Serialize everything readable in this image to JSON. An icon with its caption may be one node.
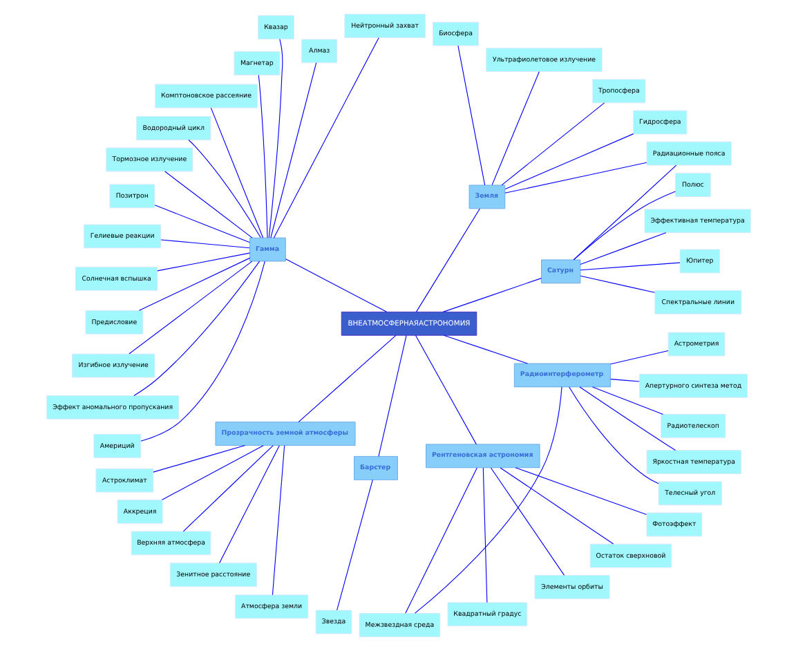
{
  "diagram": {
    "nodes": [
      {
        "text": [
          "ВНЕАТМОСФЕРНАЯАСТРОНОМИЯ"
        ]
      },
      {
        "text": [
          "Сатурн"
        ]
      },
      {
        "text": [
          "Спектральные линии"
        ]
      },
      {
        "text": [
          "Юпитер"
        ]
      },
      {
        "text": [
          "Эффективная температура"
        ]
      },
      {
        "text": [
          "Полюс"
        ]
      },
      {
        "text": [
          "Радиационные пояса"
        ]
      },
      {
        "text": [
          "Земля"
        ]
      },
      {
        "text": [
          "Гидросфера"
        ]
      },
      {
        "text": [
          "Тропосфера"
        ]
      },
      {
        "text": [
          "Ультрафиолетовое излучение"
        ]
      },
      {
        "text": [
          "Биосфера"
        ]
      },
      {
        "text": [
          "Гамма"
        ]
      },
      {
        "text": [
          "Нейтронный захват"
        ]
      },
      {
        "text": [
          "Квазар"
        ]
      },
      {
        "text": [
          "Алмаз"
        ]
      },
      {
        "text": [
          "Магнетар"
        ]
      },
      {
        "text": [
          "Комптоновское рассеяние"
        ]
      },
      {
        "text": [
          "Водородный цикл"
        ]
      },
      {
        "text": [
          "Тормозное излучение"
        ]
      },
      {
        "text": [
          "Позитрон"
        ]
      },
      {
        "text": [
          "Гелиевые реакции"
        ]
      },
      {
        "text": [
          "Солнечная вспышка"
        ]
      },
      {
        "text": [
          "Предисловие"
        ]
      },
      {
        "text": [
          "Изгибное излучение"
        ]
      },
      {
        "text": [
          "Эффект аномального пропускания"
        ]
      },
      {
        "text": [
          "Америций"
        ]
      },
      {
        "text": [
          "Прозрачность земной атмосферы"
        ]
      },
      {
        "text": [
          "Барстер"
        ]
      },
      {
        "text": [
          "Астроклимат"
        ]
      },
      {
        "text": [
          "Аккреция"
        ]
      },
      {
        "text": [
          "Верхняя атмосфера"
        ]
      },
      {
        "text": [
          "Зенитное расстояние"
        ]
      },
      {
        "text": [
          "Звезда"
        ]
      },
      {
        "text": [
          "Атмосфера земли"
        ]
      },
      {
        "text": [
          "Рентгеновская астрономия"
        ]
      },
      {
        "text": [
          "Радиоинтерферометр"
        ]
      },
      {
        "text": [
          "Телесный угол"
        ]
      },
      {
        "text": [
          "Межзвездная среда"
        ]
      },
      {
        "text": [
          "Квадратный градус"
        ]
      },
      {
        "text": [
          "Элементы орбиты"
        ]
      },
      {
        "text": [
          "Яркостная температура"
        ]
      },
      {
        "text": [
          "Радиотелескоп"
        ]
      },
      {
        "text": [
          "Остаток сверхновой"
        ]
      },
      {
        "text": [
          "Апертурного синтеза метод"
        ]
      },
      {
        "text": [
          "Астрометрия"
        ]
      },
      {
        "text": [
          "Фотоэффект"
        ]
      }
    ],
    "edges": [
      {
        "from": 0,
        "to": 1,
        "arrow": "none"
      },
      {
        "from": 1,
        "to": 2,
        "arrow": "none"
      },
      {
        "from": 1,
        "to": 3,
        "arrow": "none"
      },
      {
        "from": 1,
        "to": 4,
        "arrow": "none"
      },
      {
        "from": 1,
        "to": 5,
        "arrow": "none"
      },
      {
        "from": 1,
        "to": 6,
        "arrow": "none"
      },
      {
        "from": 0,
        "to": 7,
        "arrow": "none"
      },
      {
        "from": 7,
        "to": 6,
        "arrow": "none"
      },
      {
        "from": 7,
        "to": 8,
        "arrow": "none"
      },
      {
        "from": 7,
        "to": 9,
        "arrow": "none"
      },
      {
        "from": 7,
        "to": 10,
        "arrow": "none"
      },
      {
        "from": 7,
        "to": 11,
        "arrow": "none"
      },
      {
        "from": 0,
        "to": 12,
        "arrow": "none"
      },
      {
        "from": 12,
        "to": 13,
        "arrow": "none"
      },
      {
        "from": 12,
        "to": 14,
        "arrow": "none"
      },
      {
        "from": 12,
        "to": 15,
        "arrow": "none"
      },
      {
        "from": 12,
        "to": 16,
        "arrow": "none"
      },
      {
        "from": 12,
        "to": 17,
        "arrow": "none"
      },
      {
        "from": 12,
        "to": 18,
        "arrow": "none"
      },
      {
        "from": 12,
        "to": 19,
        "arrow": "none"
      },
      {
        "from": 12,
        "to": 20,
        "arrow": "none"
      },
      {
        "from": 12,
        "to": 21,
        "arrow": "none"
      },
      {
        "from": 12,
        "to": 22,
        "arrow": "none"
      },
      {
        "from": 12,
        "to": 23,
        "arrow": "none"
      },
      {
        "from": 12,
        "to": 24,
        "arrow": "none"
      },
      {
        "from": 12,
        "to": 25,
        "arrow": "none"
      },
      {
        "from": 12,
        "to": 26,
        "arrow": "none"
      },
      {
        "from": 0,
        "to": 27,
        "arrow": "none"
      },
      {
        "from": 0,
        "to": 28,
        "arrow": "none"
      },
      {
        "from": 27,
        "to": 29,
        "arrow": "none"
      },
      {
        "from": 27,
        "to": 30,
        "arrow": "none"
      },
      {
        "from": 27,
        "to": 31,
        "arrow": "none"
      },
      {
        "from": 27,
        "to": 32,
        "arrow": "none"
      },
      {
        "from": 28,
        "to": 33,
        "arrow": "none"
      },
      {
        "from": 27,
        "to": 34,
        "arrow": "none"
      },
      {
        "from": 0,
        "to": 35,
        "arrow": "none"
      },
      {
        "from": 0,
        "to": 36,
        "arrow": "none"
      },
      {
        "from": 36,
        "to": 37,
        "arrow": "none"
      },
      {
        "from": 36,
        "to": 38,
        "arrow": "none"
      },
      {
        "from": 35,
        "to": 38,
        "arrow": "none"
      },
      {
        "from": 35,
        "to": 39,
        "arrow": "none"
      },
      {
        "from": 35,
        "to": 40,
        "arrow": "none"
      },
      {
        "from": 36,
        "to": 41,
        "arrow": "none"
      },
      {
        "from": 36,
        "to": 42,
        "arrow": "none"
      },
      {
        "from": 35,
        "to": 43,
        "arrow": "none"
      },
      {
        "from": 36,
        "to": 44,
        "arrow": "none"
      },
      {
        "from": 36,
        "to": 45,
        "arrow": "none"
      },
      {
        "from": 35,
        "to": 46,
        "arrow": "none"
      }
    ]
  }
}
